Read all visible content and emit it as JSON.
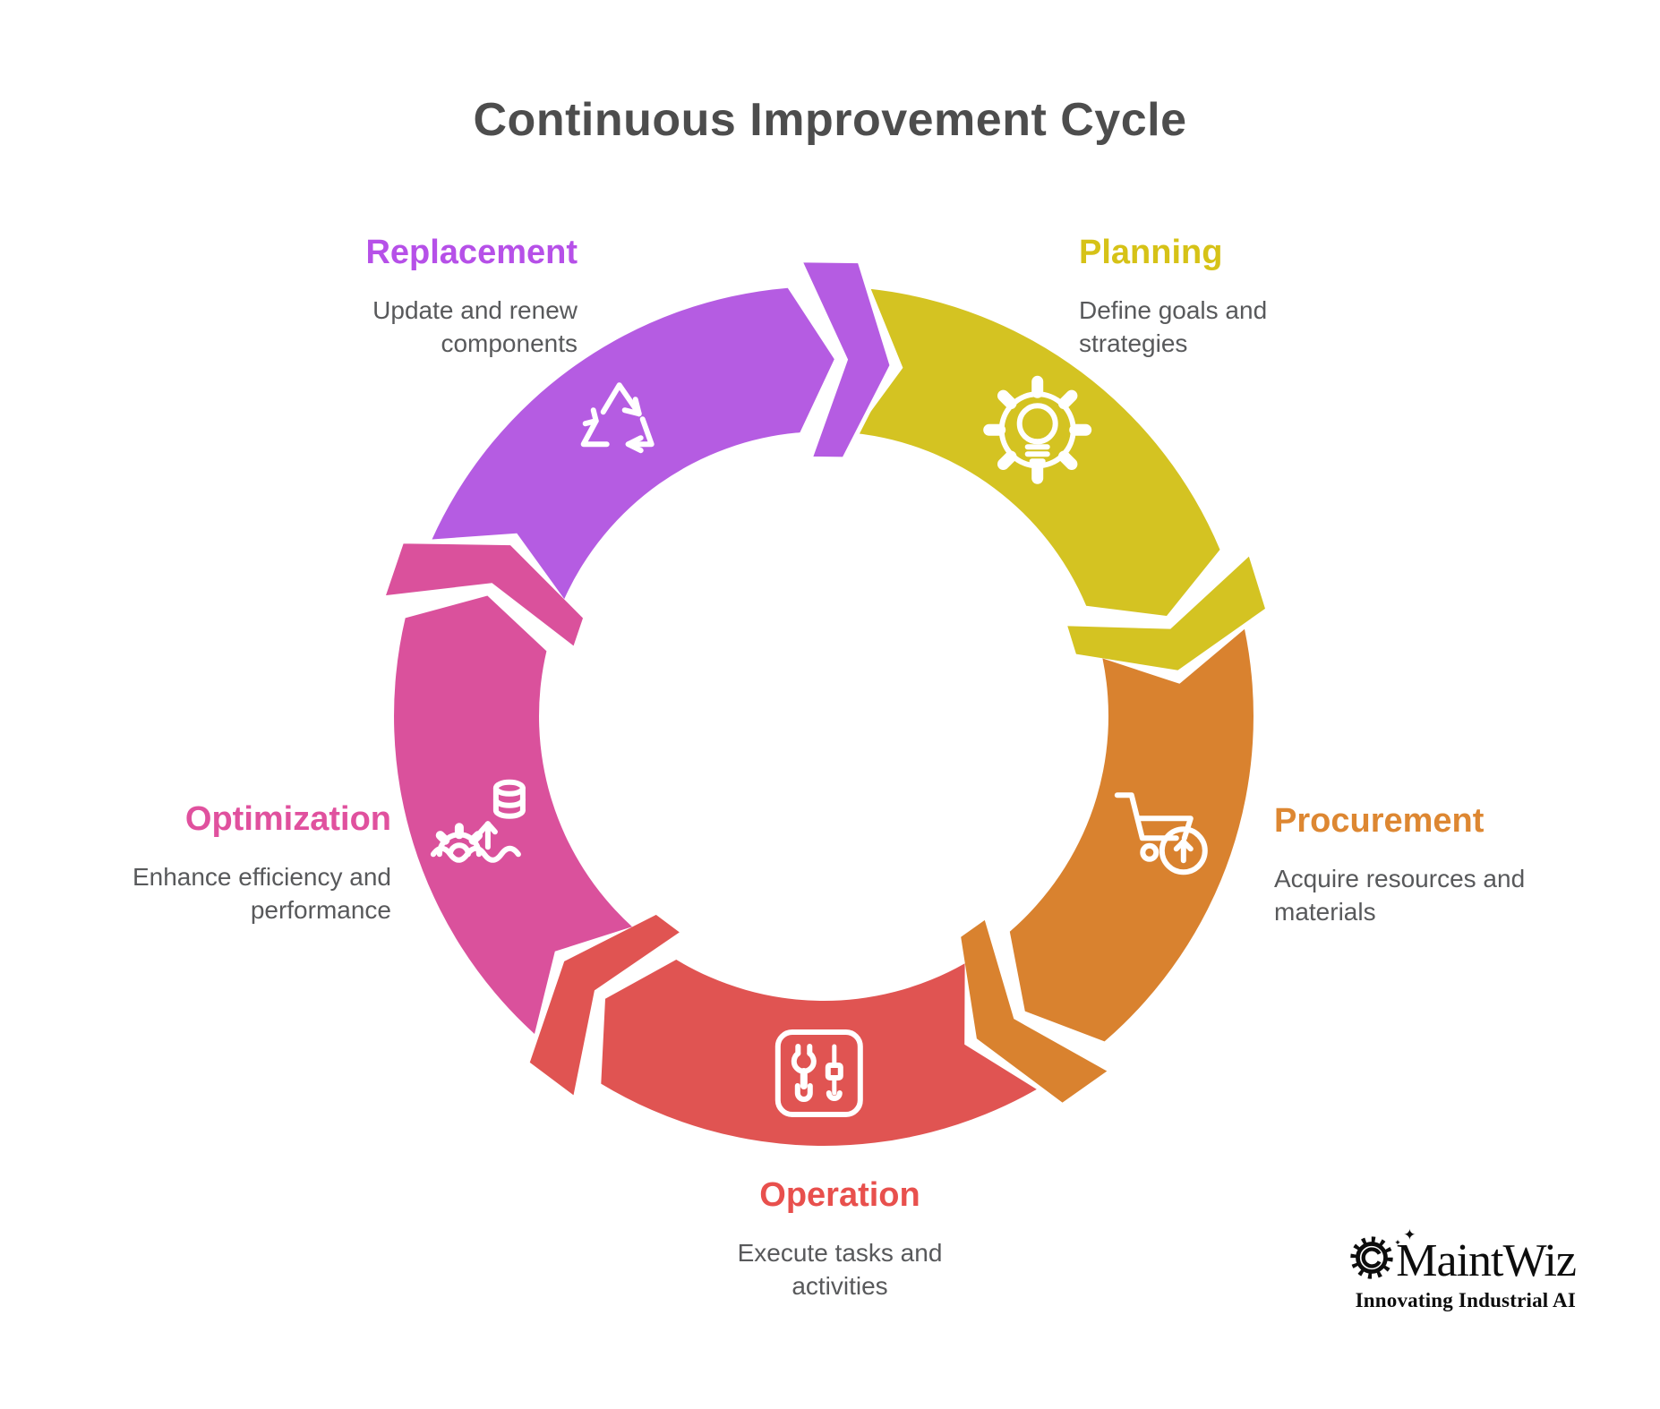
{
  "title": "Continuous Improvement Cycle",
  "steps": [
    {
      "label": "Planning",
      "description": "Define goals and\nstrategies",
      "color": "#d4c322",
      "text_color": "#d6c217",
      "icon": "gear-lightbulb-icon"
    },
    {
      "label": "Procurement",
      "description": "Acquire resources and\nmaterials",
      "color": "#d9822f",
      "text_color": "#dd8732",
      "icon": "cart-up-icon"
    },
    {
      "label": "Operation",
      "description": "Execute tasks and\nactivities",
      "color": "#e05452",
      "text_color": "#e8504d",
      "icon": "wrench-screwdriver-icon"
    },
    {
      "label": "Optimization",
      "description": "Enhance efficiency and\nperformance",
      "color": "#da519c",
      "text_color": "#e0519e",
      "icon": "gear-data-icon"
    },
    {
      "label": "Replacement",
      "description": "Update and renew\ncomponents",
      "color": "#b55ce2",
      "text_color": "#b650e8",
      "icon": "recycle-icon"
    }
  ],
  "logo": {
    "name": "MaintWiz",
    "tagline": "Innovating Industrial AI"
  }
}
